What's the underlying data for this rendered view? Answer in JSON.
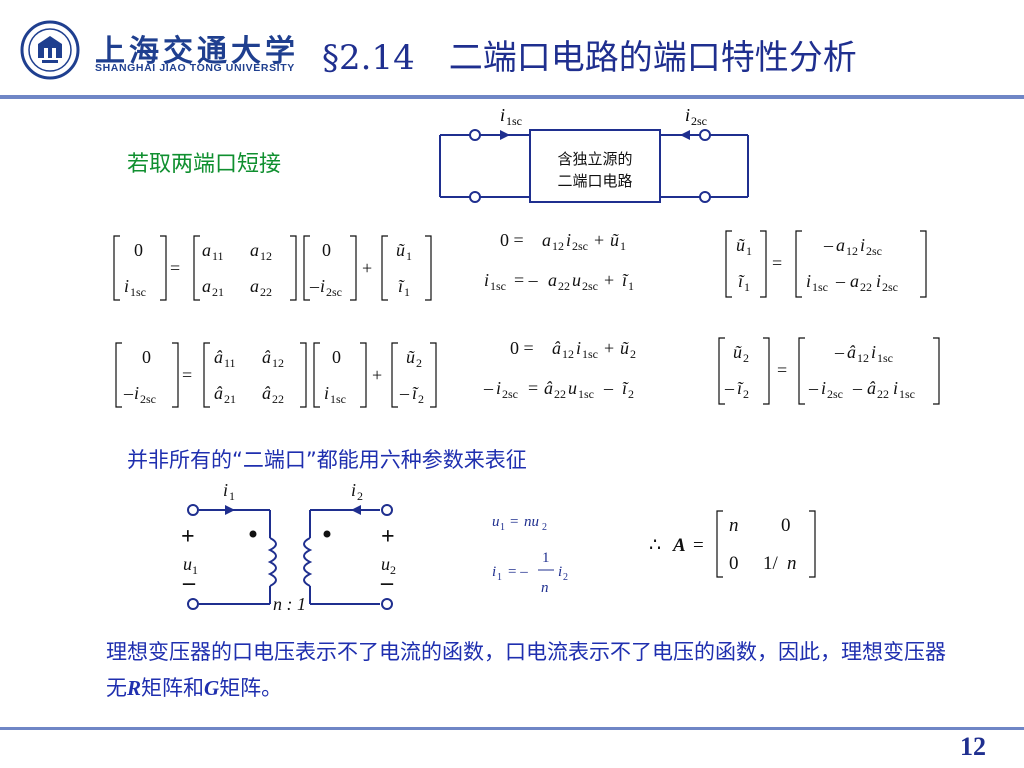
{
  "header": {
    "logo_cn": "上海交通大学",
    "logo_en": "SHANGHAI JIAO TONG UNIVERSITY",
    "title": "§2.14　二端口电路的端口特性分析"
  },
  "section1": {
    "heading": "若取两端口短接",
    "box_label_line1": "含独立源的",
    "box_label_line2": "二端口电路",
    "i1sc": "1sc",
    "i2sc": "2sc"
  },
  "section2": {
    "heading": "并非所有的“二端口”都能用六种参数来表征",
    "ratio": "n : 1"
  },
  "note": {
    "text_part1": "理想变压器的口电压表示不了电流的函数，口电流表示不了电压的函数，因此，理想变压器无",
    "R": "R",
    "text_part2": "矩阵和",
    "G": "G",
    "text_part3": "矩阵。"
  },
  "footer": {
    "page_number": "12"
  },
  "colors": {
    "title": "#1f2f8f",
    "green_heading": "#0f8f2f",
    "blue_text": "#1f2faf",
    "rule": "#6f86c6"
  }
}
